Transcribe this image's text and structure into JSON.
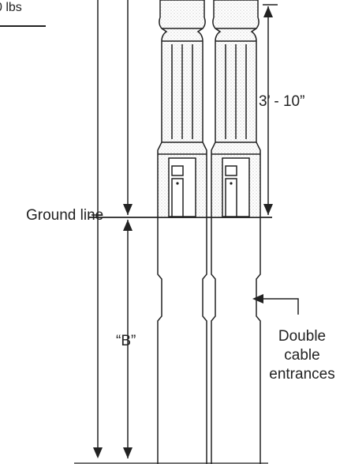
{
  "labels": {
    "weight": "0 lbs",
    "dimension_above_ground": "3’ - 10”",
    "ground_line": "Ground line",
    "buried_depth": "“B”",
    "cable_entrances": "Double cable entrances"
  },
  "colors": {
    "line": "#222222",
    "fluting_texture": "#9a9a9a",
    "background": "#ffffff"
  }
}
